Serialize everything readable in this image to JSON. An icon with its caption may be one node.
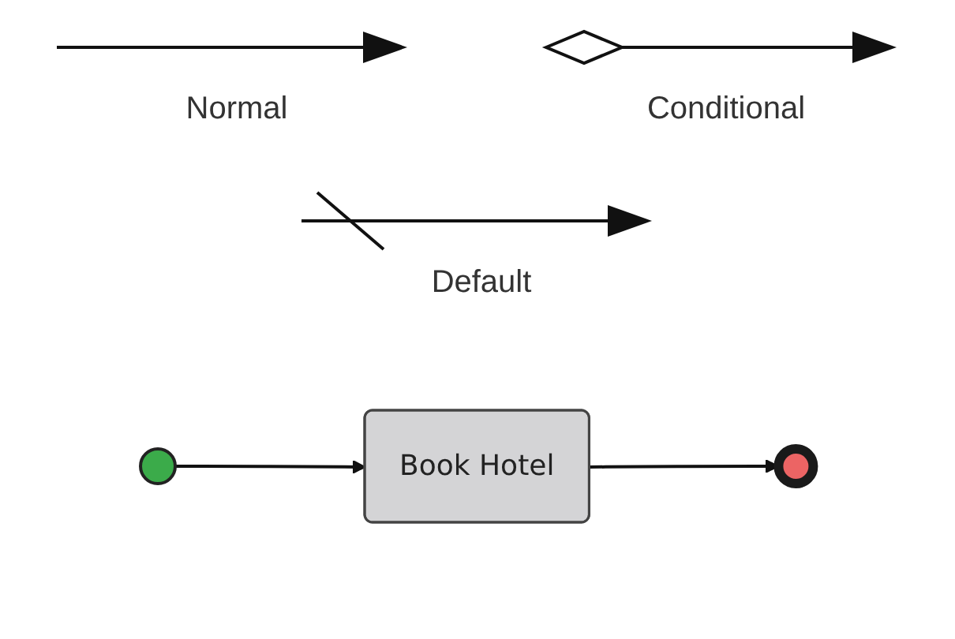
{
  "diagram": {
    "nodes": [
      {
        "text": [],
        "shape": "circle"
      },
      {
        "text": [
          "Book Hotel"
        ]
      },
      {
        "text": [],
        "shape": "circle"
      }
    ],
    "edges": [
      {
        "from": 0,
        "to": 1,
        "arrow": "to"
      },
      {
        "from": 1,
        "to": 2,
        "arrow": "to"
      }
    ],
    "legend": [
      {
        "text": "Normal"
      },
      {
        "text": "Conditional"
      },
      {
        "text": "Default"
      }
    ]
  }
}
